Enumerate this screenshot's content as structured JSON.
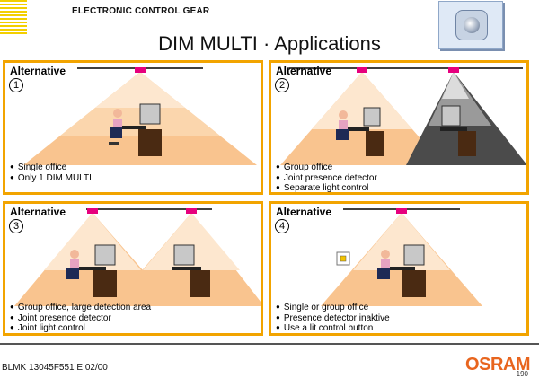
{
  "header": {
    "label": "ELECTRONIC CONTROL GEAR",
    "title": "DIM MULTI · Applications"
  },
  "colors": {
    "panel_border": "#f2a400",
    "beam": "#f9c48f",
    "sensor": "#e6007e",
    "brand": "#e8651e"
  },
  "panels": [
    {
      "label": "Alternative",
      "number": "1",
      "bullets": [
        "Single office",
        "Only 1 DIM MULTI"
      ]
    },
    {
      "label": "Alternative",
      "number": "2",
      "bullets": [
        "Group office",
        "Joint presence detector",
        "Separate light control"
      ]
    },
    {
      "label": "Alternative",
      "number": "3",
      "bullets": [
        "Group office, large detection area",
        "Joint presence detector",
        "Joint light control"
      ]
    },
    {
      "label": "Alternative",
      "number": "4",
      "bullets": [
        "Single or group office",
        "Presence detector inaktive",
        "Use a lit control button"
      ]
    }
  ],
  "footer": {
    "code": "BLMK  13045F551 E  02/00",
    "brand": "OSRAM",
    "page": "190"
  }
}
